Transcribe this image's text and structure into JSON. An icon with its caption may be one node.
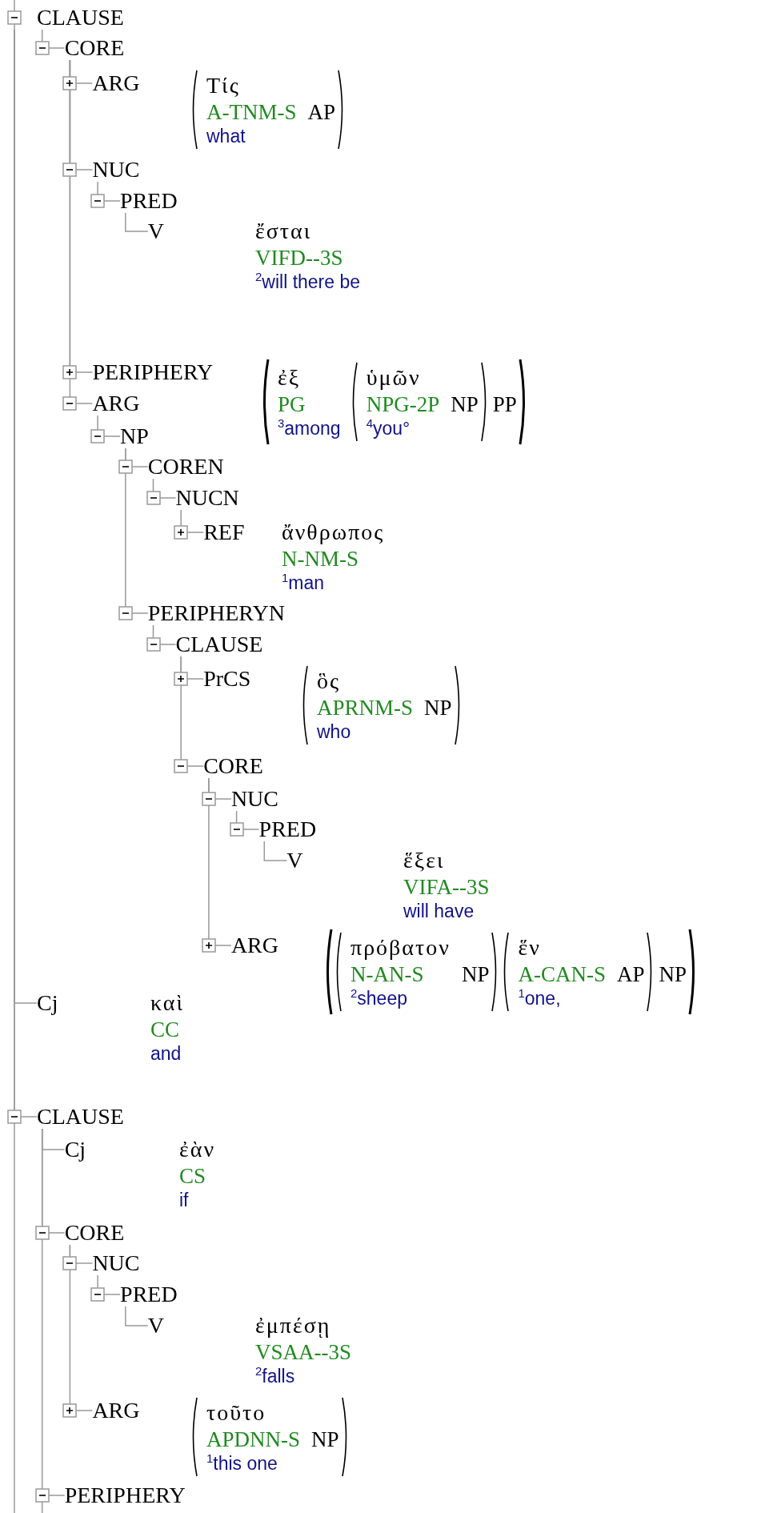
{
  "diagram": {
    "nodes": [
      {
        "text": [
          "CLAUSE"
        ]
      },
      {
        "text": [
          "CORE"
        ]
      },
      {
        "text": [
          "ARG"
        ],
        "beside": [
          "Τίς",
          "A-TNM-S",
          "what",
          "AP"
        ]
      },
      {
        "text": [
          "NUC"
        ]
      },
      {
        "text": [
          "PRED"
        ]
      },
      {
        "text": [
          "V"
        ],
        "beside": [
          "ἔσται",
          "VIFD--3S",
          "$^{2}$will there be"
        ]
      },
      {
        "text": [
          "PERIPHERY"
        ],
        "beside": [
          "ἐξ",
          "PG",
          "$^{3}$among",
          "ὑμῶν",
          "NPG-2P",
          "$^{4}$you°",
          "NP",
          "PP"
        ]
      },
      {
        "text": [
          "ARG"
        ]
      },
      {
        "text": [
          "NP"
        ]
      },
      {
        "text": [
          "COREN"
        ]
      },
      {
        "text": [
          "NUCN"
        ]
      },
      {
        "text": [
          "REF"
        ],
        "beside": [
          "ἄνθρωπος",
          "N-NM-S",
          "$^{1}$man"
        ]
      },
      {
        "text": [
          "PERIPHERYN"
        ]
      },
      {
        "text": [
          "CLAUSE"
        ]
      },
      {
        "text": [
          "PrCS"
        ],
        "beside": [
          "ὃς",
          "APRNM-S",
          "who",
          "NP"
        ]
      },
      {
        "text": [
          "CORE"
        ]
      },
      {
        "text": [
          "NUC"
        ]
      },
      {
        "text": [
          "PRED"
        ]
      },
      {
        "text": [
          "V"
        ],
        "beside": [
          "ἕξει",
          "VIFA--3S",
          "will have"
        ]
      },
      {
        "text": [
          "ARG"
        ],
        "beside": [
          "πρόβατον",
          "N-AN-S",
          "$^{2}$sheep",
          "NP",
          "ἕν",
          "A-CAN-S",
          "$^{1}$one,",
          "AP",
          "NP"
        ]
      },
      {
        "text": [
          "Cj"
        ],
        "beside": [
          "καὶ",
          "CC",
          "and"
        ]
      },
      {
        "text": [
          "CLAUSE"
        ]
      },
      {
        "text": [
          "Cj"
        ],
        "beside": [
          "ἐὰν",
          "CS",
          "if"
        ]
      },
      {
        "text": [
          "CORE"
        ]
      },
      {
        "text": [
          "NUC"
        ]
      },
      {
        "text": [
          "PRED"
        ]
      },
      {
        "text": [
          "V"
        ],
        "beside": [
          "ἐμπέσῃ",
          "VSAA--3S",
          "$^{2}$falls"
        ]
      },
      {
        "text": [
          "ARG"
        ],
        "beside": [
          "τοῦτο",
          "APDNN-S",
          "$^{1}$this one",
          "NP"
        ]
      },
      {
        "text": [
          "PERIPHERY"
        ]
      }
    ],
    "edges": [
      {
        "from": 0,
        "to": 1,
        "arrow": "none"
      },
      {
        "from": 1,
        "to": 2,
        "arrow": "none"
      },
      {
        "from": 1,
        "to": 3,
        "arrow": "none"
      },
      {
        "from": 3,
        "to": 4,
        "arrow": "none"
      },
      {
        "from": 4,
        "to": 5,
        "arrow": "none"
      },
      {
        "from": 1,
        "to": 6,
        "arrow": "none"
      },
      {
        "from": 1,
        "to": 7,
        "arrow": "none"
      },
      {
        "from": 7,
        "to": 8,
        "arrow": "none"
      },
      {
        "from": 8,
        "to": 9,
        "arrow": "none"
      },
      {
        "from": 9,
        "to": 10,
        "arrow": "none"
      },
      {
        "from": 10,
        "to": 11,
        "arrow": "none"
      },
      {
        "from": 8,
        "to": 12,
        "arrow": "none"
      },
      {
        "from": 12,
        "to": 13,
        "arrow": "none"
      },
      {
        "from": 13,
        "to": 14,
        "arrow": "none"
      },
      {
        "from": 13,
        "to": 15,
        "arrow": "none"
      },
      {
        "from": 15,
        "to": 16,
        "arrow": "none"
      },
      {
        "from": 16,
        "to": 17,
        "arrow": "none"
      },
      {
        "from": 17,
        "to": 18,
        "arrow": "none"
      },
      {
        "from": 15,
        "to": 19,
        "arrow": "none"
      },
      {
        "from": 0,
        "to": 20,
        "arrow": "none"
      },
      {
        "from": 0,
        "to": 21,
        "arrow": "none"
      },
      {
        "from": 21,
        "to": 22,
        "arrow": "none"
      },
      {
        "from": 21,
        "to": 23,
        "arrow": "none"
      },
      {
        "from": 23,
        "to": 24,
        "arrow": "none"
      },
      {
        "from": 24,
        "to": 25,
        "arrow": "none"
      },
      {
        "from": 25,
        "to": 26,
        "arrow": "none"
      },
      {
        "from": 23,
        "to": 27,
        "arrow": "none"
      },
      {
        "from": 21,
        "to": 28,
        "arrow": "none"
      }
    ]
  }
}
